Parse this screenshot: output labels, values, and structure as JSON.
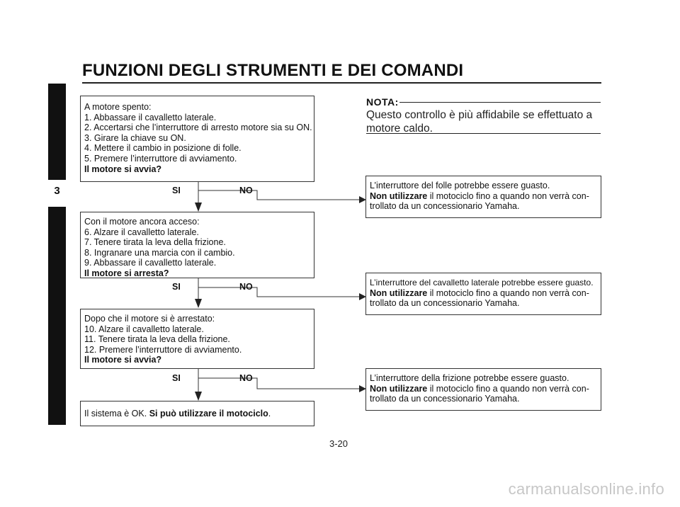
{
  "header": {
    "title": "FUNZIONI DEGLI STRUMENTI E DEI COMANDI"
  },
  "sidebar": {
    "chapter": "3"
  },
  "nota": {
    "label": "NOTA:",
    "text": "Questo controllo è più affidabile se effettuato a motore caldo."
  },
  "steps": [
    {
      "lines": [
        "A motore spento:",
        "1. Abbassare il cavalletto laterale.",
        "2. Accertarsi che l’interruttore di arresto motore sia su ON.",
        "3. Girare la chiave su ON.",
        "4. Mettere il cambio in posizione di folle.",
        "5. Premere l’interruttore di avviamento."
      ],
      "question": "Il motore si avvia?",
      "yes": "SI",
      "no": "NO"
    },
    {
      "lines": [
        "Con il motore ancora acceso:",
        "6. Alzare il cavalletto laterale.",
        "7. Tenere tirata la leva della frizione.",
        "8. Ingranare una marcia con il cambio.",
        "9. Abbassare il cavalletto laterale."
      ],
      "question": "Il motore si arresta?",
      "yes": "SI",
      "no": "NO"
    },
    {
      "lines": [
        "Dopo che il motore si è arrestato:",
        "10. Alzare il cavalletto laterale.",
        "11. Tenere tirata la leva della frizione.",
        "12. Premere l’interruttore di avviamento."
      ],
      "question": "Il motore si avvia?",
      "yes": "SI",
      "no": "NO"
    }
  ],
  "final": {
    "text": "Il sistema è OK. ",
    "bold": "Si può utilizzare il motociclo",
    "end": "."
  },
  "faults": [
    {
      "line1": "L’interruttore del folle potrebbe essere guasto.",
      "bold": "Non utilizzare",
      "line2": " il motociclo fino a quando non verrà con-",
      "line3": "trollato da un concessionario Yamaha."
    },
    {
      "line1": "L’interruttore del cavalletto laterale potrebbe essere guasto.",
      "bold": "Non utilizzare",
      "line2": " il motociclo fino a quando non verrà con-",
      "line3": "trollato da un concessionario Yamaha."
    },
    {
      "line1": "L’interruttore della frizione potrebbe essere guasto.",
      "bold": "Non utilizzare",
      "line2": " il motociclo fino a quando non verrà con-",
      "line3": "trollato da un concessionario Yamaha."
    }
  ],
  "footer": {
    "page": "3-20"
  },
  "watermark": "carmanualsonline.info"
}
